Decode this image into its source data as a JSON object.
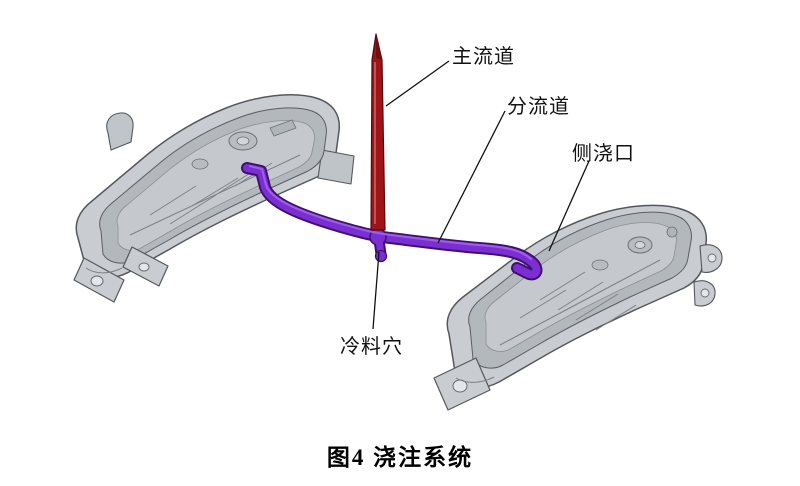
{
  "figure": {
    "caption": "图4  浇注系统",
    "labels": {
      "main_runner": "主流道",
      "branch_runner": "分流道",
      "side_gate": "侧浇口",
      "cold_slug": "冷料穴"
    },
    "colors": {
      "background": "#ffffff",
      "sprue_red": "#9e1417",
      "sprue_outline": "#4f0a0c",
      "sprue_highlight": "#cf6a6d",
      "runner_purple": "#7b2fd2",
      "runner_outline": "#3f1070",
      "runner_highlight": "#a565ea",
      "part_fill": "#c9cdd1",
      "part_cavity": "#b3b8bd",
      "part_floor": "#c5c9cd",
      "part_stroke": "#54585d",
      "leader_line": "#111111",
      "text_color": "#111111"
    }
  }
}
